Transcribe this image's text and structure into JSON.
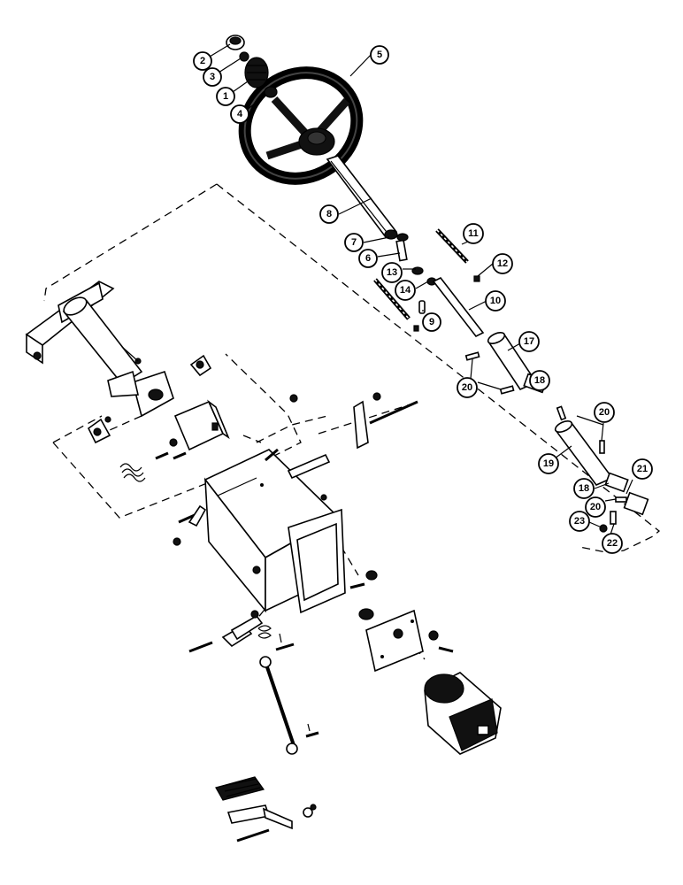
{
  "callouts": [
    {
      "label": "1"
    },
    {
      "label": "2"
    },
    {
      "label": "3"
    },
    {
      "label": "4"
    },
    {
      "label": "5"
    },
    {
      "label": "6"
    },
    {
      "label": "7"
    },
    {
      "label": "8"
    },
    {
      "label": "9"
    },
    {
      "label": "10"
    },
    {
      "label": "11"
    },
    {
      "label": "12"
    },
    {
      "label": "13"
    },
    {
      "label": "14"
    },
    {
      "label": "17"
    },
    {
      "label": "20"
    },
    {
      "label": "18"
    },
    {
      "label": "20"
    },
    {
      "label": "19"
    },
    {
      "label": "21"
    },
    {
      "label": "18"
    },
    {
      "label": "20"
    },
    {
      "label": "23"
    },
    {
      "label": "22"
    }
  ]
}
